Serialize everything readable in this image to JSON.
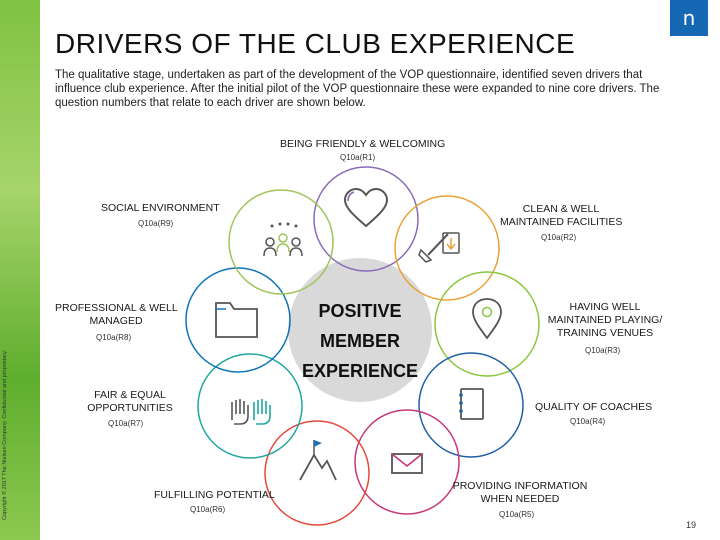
{
  "title": "DRIVERS OF THE CLUB EXPERIENCE",
  "intro": "The qualitative stage, undertaken as part of the development of the VOP questionnaire, identified seven drivers that influence club experience. After the initial pilot of the VOP questionnaire these were expanded to nine core drivers. The question numbers that relate to each driver are shown below.",
  "logo_text": "n",
  "copyright": "Copyright © 2017 The Nielsen Company. Confidential and proprietary.",
  "page_number": "19",
  "center": {
    "line1": "POSITIVE",
    "line2": "MEMBER",
    "line3": "EXPERIENCE"
  },
  "drivers": [
    {
      "label": "BEING FRIENDLY & WELCOMING",
      "question": "Q10a(R1)",
      "icon": "heart-icon",
      "color": "#8a6bb8"
    },
    {
      "label": "CLEAN & WELL MAINTAINED FACILITIES",
      "label_line1": "CLEAN & WELL",
      "label_line2": "MAINTAINED FACILITIES",
      "question": "Q10a(R2)",
      "icon": "broom-icon",
      "color": "#e9a23b"
    },
    {
      "label": "HAVING WELL MAINTAINED PLAYING/ TRAINING VENUES",
      "label_line1": "HAVING WELL",
      "label_line2": "MAINTAINED PLAYING/",
      "label_line3": "TRAINING VENUES",
      "question": "Q10a(R3)",
      "icon": "location-pin-icon",
      "color": "#8cc63f"
    },
    {
      "label": "QUALITY OF COACHES",
      "question": "Q10a(R4)",
      "icon": "notebook-icon",
      "color": "#1f5fa8"
    },
    {
      "label": "PROVIDING INFORMATION WHEN NEEDED",
      "label_line1": "PROVIDING INFORMATION",
      "label_line2": "WHEN NEEDED",
      "question": "Q10a(R5)",
      "icon": "envelope-icon",
      "color": "#c8357a"
    },
    {
      "label": "FULFILLING POTENTIAL",
      "question": "Q10a(R6)",
      "icon": "mountain-flag-icon",
      "color": "#e24a3b"
    },
    {
      "label": "FAIR & EQUAL OPPORTUNITIES",
      "label_line1": "FAIR & EQUAL",
      "label_line2": "OPPORTUNITIES",
      "question": "Q10a(R7)",
      "icon": "raised-hands-icon",
      "color": "#1ea7a0"
    },
    {
      "label": "PROFESSIONAL & WELL MANAGED",
      "label_line1": "PROFESSIONAL & WELL",
      "label_line2": "MANAGED",
      "question": "Q10a(R8)",
      "icon": "folder-icon",
      "color": "#0b74b8"
    },
    {
      "label": "SOCIAL ENVIRONMENT",
      "question": "Q10a(R9)",
      "icon": "people-group-icon",
      "color": "#9fc45a"
    }
  ]
}
